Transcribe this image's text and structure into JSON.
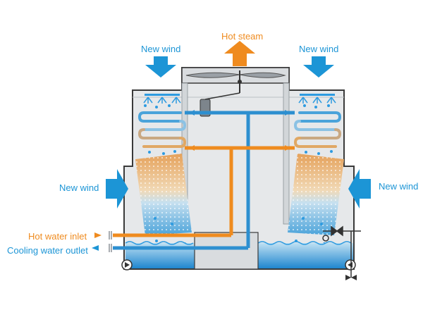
{
  "labels": {
    "hot_steam": "Hot steam",
    "new_wind_top_left": "New wind",
    "new_wind_top_right": "New wind",
    "new_wind_left": "New wind",
    "new_wind_right": "New wind",
    "hot_water_inlet": "Hot water inlet",
    "cooling_water_outlet": "Cooling water outlet"
  },
  "colors": {
    "air_arrow": "#1c95d6",
    "steam_arrow": "#ef8b1f",
    "hot_water_pipe": "#ef8b1f",
    "cold_water_pipe": "#2d8fd0",
    "basin_water": "#2b8ed4",
    "tower_body": "#e6e8ea",
    "outline": "#3a3a3a",
    "fill_media": "#e0a865"
  }
}
